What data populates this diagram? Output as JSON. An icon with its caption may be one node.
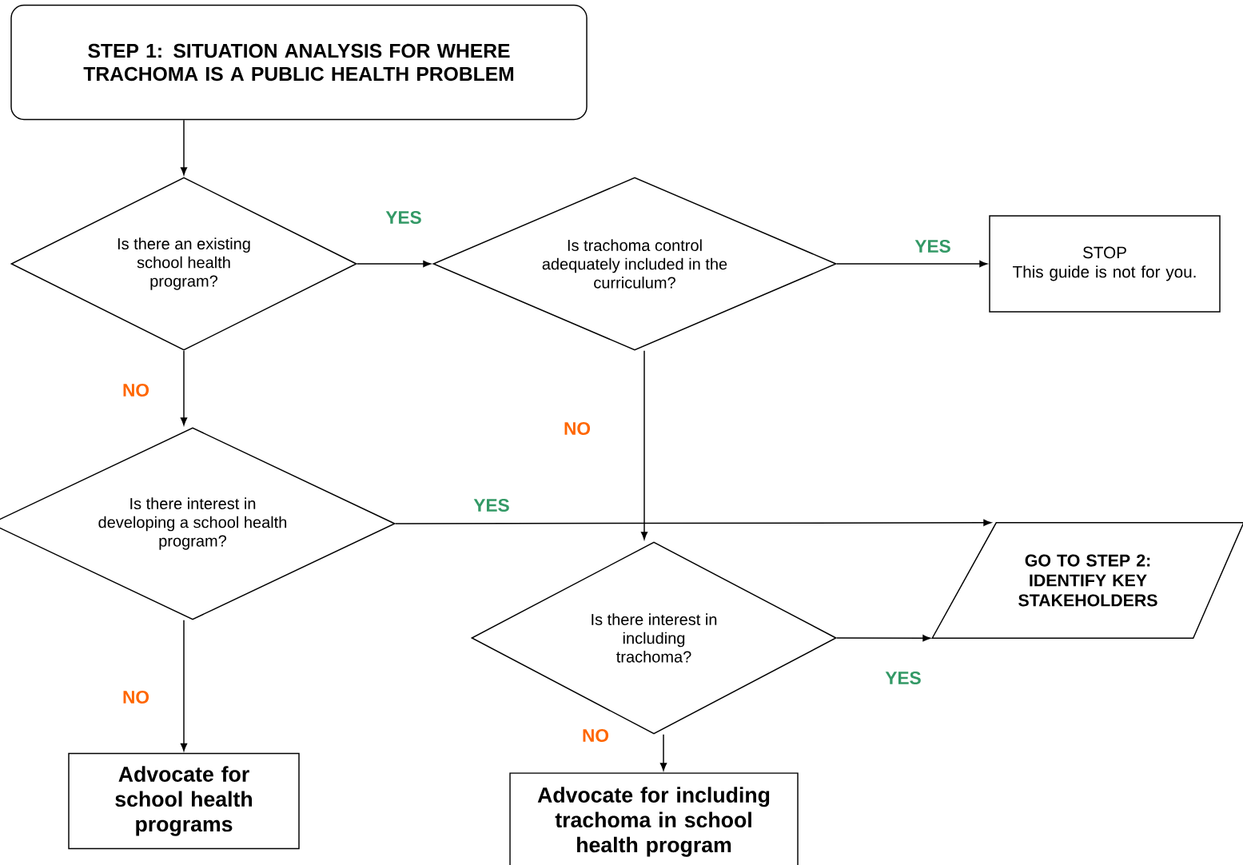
{
  "diagram": {
    "nodes": [
      {
        "text": [
          "STEP 1: SITUATION ANALYSIS FOR WHERE TRACHOMA IS A PUBLIC HEALTH PROBLEM"
        ]
      },
      {
        "text": [
          "Is there an existing school health program?"
        ]
      },
      {
        "text": [
          "Is trachoma control adequately included in the curriculum?"
        ]
      },
      {
        "text": [
          "STOP",
          "This guide is not for you."
        ]
      },
      {
        "text": [
          "Is there interest in developing a school health program?"
        ]
      },
      {
        "text": [
          "GO TO STEP 2: IDENTIFY KEY STAKEHOLDERS"
        ]
      },
      {
        "text": [
          "Is there interest in including trachoma?"
        ]
      },
      {
        "text": [
          "Advocate for school health programs"
        ]
      },
      {
        "text": [
          "Advocate for including trachoma in school health program"
        ]
      }
    ],
    "edges": [
      {
        "from": 0,
        "to": 1,
        "arrow": "to"
      },
      {
        "from": 1,
        "to": 2,
        "arrow": "to",
        "label": "YES"
      },
      {
        "from": 2,
        "to": 3,
        "arrow": "to",
        "label": "YES"
      },
      {
        "from": 1,
        "to": 4,
        "arrow": "to",
        "label": "NO"
      },
      {
        "from": 2,
        "to": 6,
        "arrow": "to",
        "label": "NO"
      },
      {
        "from": 4,
        "to": 5,
        "arrow": "to",
        "label": "YES"
      },
      {
        "from": 6,
        "to": 5,
        "arrow": "to",
        "label": "YES"
      },
      {
        "from": 4,
        "to": 7,
        "arrow": "to",
        "label": "NO"
      },
      {
        "from": 6,
        "to": 8,
        "arrow": "to",
        "label": "NO"
      }
    ]
  }
}
